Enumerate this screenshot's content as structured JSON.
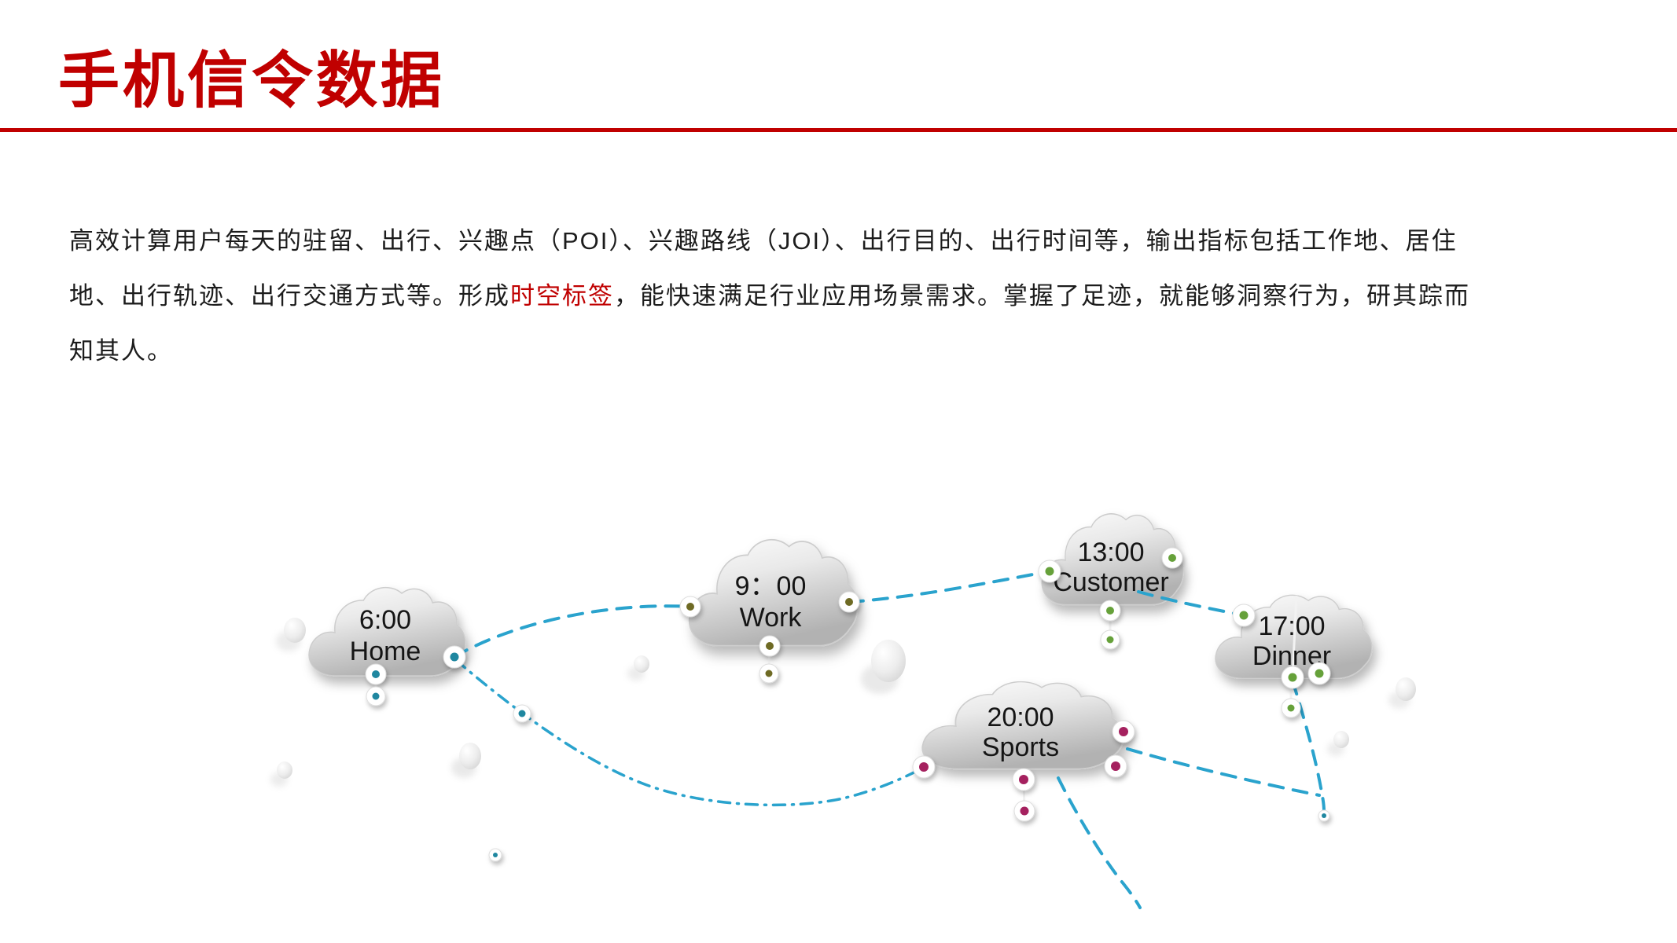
{
  "slide": {
    "title": "手机信令数据",
    "accent_color": "#c00000",
    "paragraph": {
      "part1": "高效计算用户每天的驻留、出行、兴趣点（POI）、兴趣路线（JOI）、出行目的、出行时间等，输出指标包括工作地、居住地、出行轨迹、出行交通方式等。形成",
      "highlight": "时空标签",
      "part2": "，能快速满足行业应用场景需求。掌握了足迹，就能够洞察行为，研其踪而知其人。"
    }
  },
  "diagram": {
    "line_color": "#2aa3cd",
    "clouds": [
      {
        "time": "6:00",
        "label": "Home",
        "dot_color": "#1f87a0"
      },
      {
        "time": "9：00",
        "label": "Work",
        "dot_color": "#6e6a24"
      },
      {
        "time": "13:00",
        "label": "Customer",
        "dot_color": "#66a13a"
      },
      {
        "time": "17:00",
        "label": "Dinner",
        "dot_color": "#66a13a"
      },
      {
        "time": "20:00",
        "label": "Sports",
        "dot_color": "#a5215f"
      }
    ]
  }
}
